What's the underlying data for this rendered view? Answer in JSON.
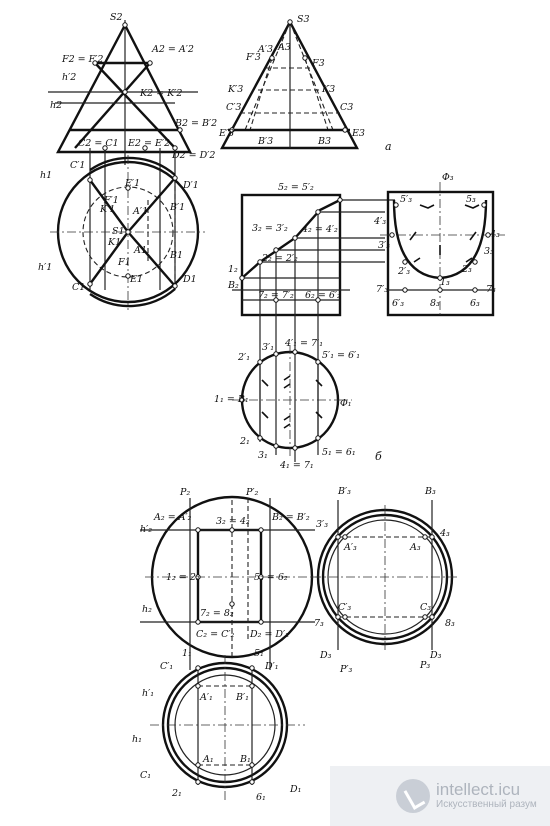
{
  "figure_a": {
    "label": "а",
    "front": [
      "S2",
      "F2 = F′2",
      "A2 = A′2",
      "h′2",
      "K2 = K′2",
      "h2",
      "B2 = B′2",
      "C2 = C1",
      "E2 = E′2",
      "D2 = D′2"
    ],
    "top": [
      "h1",
      "C′1",
      "E′1",
      "D′1",
      "F′1",
      "K′1",
      "A′1",
      "S1",
      "B′1",
      "K1",
      "A1",
      "B1",
      "D1",
      "F1",
      "h′1",
      "E1",
      "C1"
    ],
    "side": [
      "S3",
      "A′3",
      "A3",
      "F′3",
      "F3",
      "K′3",
      "K3",
      "C′3",
      "C3",
      "E′3",
      "E3",
      "B′3",
      "B3"
    ]
  },
  "figure_b": {
    "label": "б",
    "front": [
      "5₂ = 5′₂",
      "3₂ = 3′₂",
      "4₂ = 4′₂",
      "2₂ = 2′₂",
      "1₂",
      "B₂",
      "7₂ = 7′₂",
      "6₂ = 6′₂"
    ],
    "side": [
      "Φ₃",
      "5′₃",
      "5₃",
      "4′₃",
      "4₃",
      "3′₃",
      "3₃",
      "2′₃",
      "2₃",
      "1₃",
      "7′₃",
      "7₃",
      "6′₃",
      "8₃",
      "6₃"
    ],
    "top": [
      "2′₁",
      "3′₁",
      "4′₁ = 7′₁",
      "5′₁ = 6′₁",
      "1₁ = B₁",
      "Φ₁",
      "2₁",
      "3₁",
      "4₁ = 7₁",
      "5₁ = 6₁"
    ]
  },
  "figure_c": {
    "front": [
      "P₂",
      "P′₂",
      "A₂ = A′₂",
      "3₂ = 4₂",
      "B₂ = B′₂",
      "h′₂",
      "1₂ = 2₂",
      "5₂ = 6₂",
      "h₂",
      "7₂ = 8₂",
      "C₂ = C′₂",
      "D₂ = D′₂"
    ],
    "side": [
      "B′₃",
      "B₃",
      "3′₃",
      "4₃",
      "A′₃",
      "A₃",
      "C′₃",
      "C₃",
      "7₃",
      "8₃",
      "D₃",
      "D₃",
      "P′₃",
      "P₃"
    ],
    "top": [
      "1₁",
      "5₁",
      "C′₁",
      "D′₁",
      "h′₁",
      "A′₁",
      "B′₁",
      "h₁",
      "A₁",
      "B₁",
      "C₁",
      "2₁",
      "6₁",
      "D₁"
    ]
  },
  "watermark": {
    "title": "intellect.icu",
    "subtitle": "Искусственный разум"
  }
}
